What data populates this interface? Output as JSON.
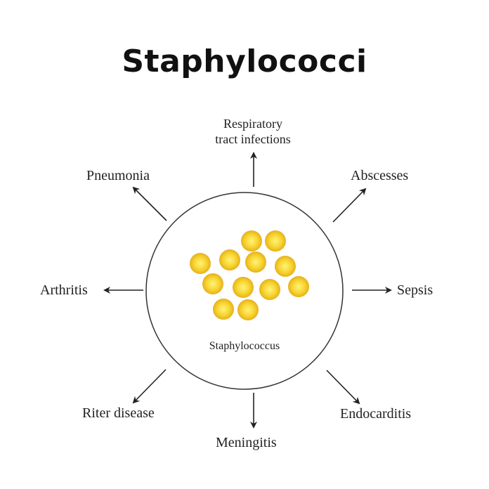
{
  "title": "Staphylococci",
  "center": {
    "label": "Staphylococcus"
  },
  "outcomes": {
    "top": {
      "line1": "Respiratory",
      "line2": "tract infections"
    },
    "top_left": "Pneumonia",
    "top_right": "Abscesses",
    "left": "Arthritis",
    "right": "Sepsis",
    "bottom_left": "Riter disease",
    "bottom": "Meningitis",
    "bottom_right": "Endocarditis"
  },
  "colors": {
    "cocci_fill": "#f7d530",
    "cocci_edge": "#e2b21a",
    "stroke": "#222222"
  }
}
